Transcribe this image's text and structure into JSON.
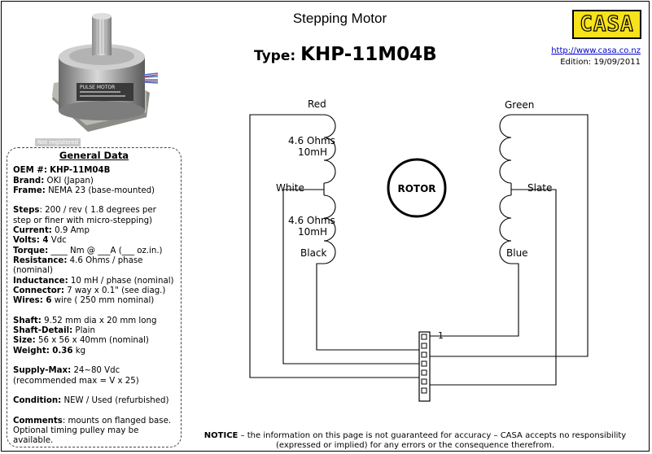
{
  "header": {
    "title": "Stepping Motor",
    "type_label": "Type:",
    "type_value": "KHP-11M04B",
    "logo_text": "CASA",
    "url": "http://www.casa.co.nz",
    "edition": "Edition: 19/09/2011"
  },
  "photo": {
    "label_text": "PULSE MOTOR",
    "watermark": "Not registered"
  },
  "general": {
    "heading": "General Data",
    "oem": {
      "label": "OEM #:",
      "value": "KHP-11M04B"
    },
    "brand": {
      "label": "Brand:",
      "value": "OKI (Japan)"
    },
    "frame": {
      "label": "Frame:",
      "value": "NEMA 23 (base-mounted)"
    },
    "steps": {
      "label": "Steps",
      "value": ": 200 / rev ( 1.8 degrees per step or finer with micro-stepping)"
    },
    "current": {
      "label": "Current:",
      "value": "0.9 Amp"
    },
    "volts": {
      "label": "Volts: 4",
      "value": "Vdc"
    },
    "torque": {
      "label": "Torque:",
      "value": "____ Nm @ ___A (___ oz.in.)"
    },
    "resistance": {
      "label": "Resistance:",
      "value": "4.6 Ohms / phase (nominal)"
    },
    "inductance": {
      "label": "Inductance:",
      "value": "10 mH / phase (nominal)"
    },
    "connector": {
      "label": "Connector:",
      "value": "7 way x 0.1\" (see diag.)"
    },
    "wires": {
      "label": "Wires: 6",
      "value": "wire ( 250 mm nominal)"
    },
    "shaft": {
      "label": "Shaft:",
      "value": "9.52 mm dia x 20 mm long"
    },
    "shaft_detail": {
      "label": "Shaft-Detail:",
      "value": "Plain"
    },
    "size": {
      "label": "Size:",
      "value": "56 x 56 x 40mm (nominal)"
    },
    "weight": {
      "label": "Weight: 0.36",
      "value": "kg"
    },
    "supply": {
      "label": "Supply-Max:",
      "value": "24~80 Vdc (recommended max = V x 25)"
    },
    "condition": {
      "label": "Condition:",
      "value": "NEW / Used  (refurbished)"
    },
    "comments": {
      "label": "Comments",
      "value": ": mounts on flanged base. Optional timing pulley may be available."
    }
  },
  "diagram": {
    "wire_red": "Red",
    "wire_green": "Green",
    "wire_white": "White",
    "wire_slate": "Slate",
    "wire_black": "Black",
    "wire_blue": "Blue",
    "coil1_ohms": "4.6 Ohms",
    "coil1_mh": "10mH",
    "coil2_ohms": "4.6 Ohms",
    "coil2_mh": "10mH",
    "rotor": "ROTOR",
    "pin1": "1"
  },
  "notice": {
    "label": "NOTICE",
    "text": " – the information on this page is not guaranteed for accuracy – CASA accepts no responsibility (expressed or implied) for any errors or the consequence therefrom."
  }
}
